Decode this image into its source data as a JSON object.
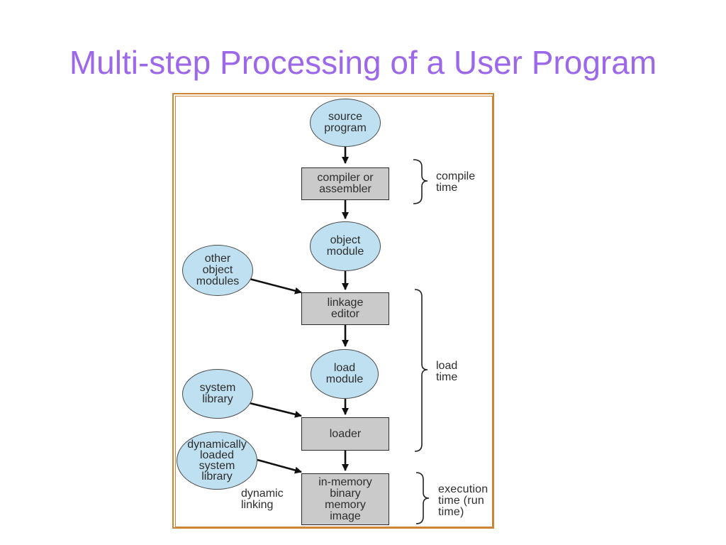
{
  "slide": {
    "title": "Multi-step Processing of a User Program"
  },
  "colors": {
    "title": "#9d67ea",
    "frame": "#cd8435",
    "ellipse": "#bfe0f1",
    "box": "#cacaca",
    "ink": "#2d2d2d",
    "arrow": "#111111"
  },
  "diagram": {
    "nodes": {
      "source_program": {
        "shape": "ellipse",
        "label": "source\nprogram"
      },
      "compiler_or_assembler": {
        "shape": "rect",
        "label": "compiler or\nassembler"
      },
      "object_module": {
        "shape": "ellipse",
        "label": "object\nmodule"
      },
      "other_object_modules": {
        "shape": "ellipse",
        "label": "other\nobject\nmodules"
      },
      "linkage_editor": {
        "shape": "rect",
        "label": "linkage\neditor"
      },
      "load_module": {
        "shape": "ellipse",
        "label": "load\nmodule"
      },
      "system_library": {
        "shape": "ellipse",
        "label": "system\nlibrary"
      },
      "loader": {
        "shape": "rect",
        "label": "loader"
      },
      "dynamically_loaded_system_library": {
        "shape": "ellipse",
        "label": "dynamically\nloaded\nsystem\nlibrary"
      },
      "in_memory_binary_memory_image": {
        "shape": "rect",
        "label": "in-memory\nbinary\nmemory\nimage"
      }
    },
    "stage_labels": {
      "compile_time": "compile\ntime",
      "load_time": "load\ntime",
      "execution_time": "execution\ntime (run\ntime)"
    },
    "annotations": {
      "dynamic_linking": "dynamic\nlinking"
    }
  }
}
